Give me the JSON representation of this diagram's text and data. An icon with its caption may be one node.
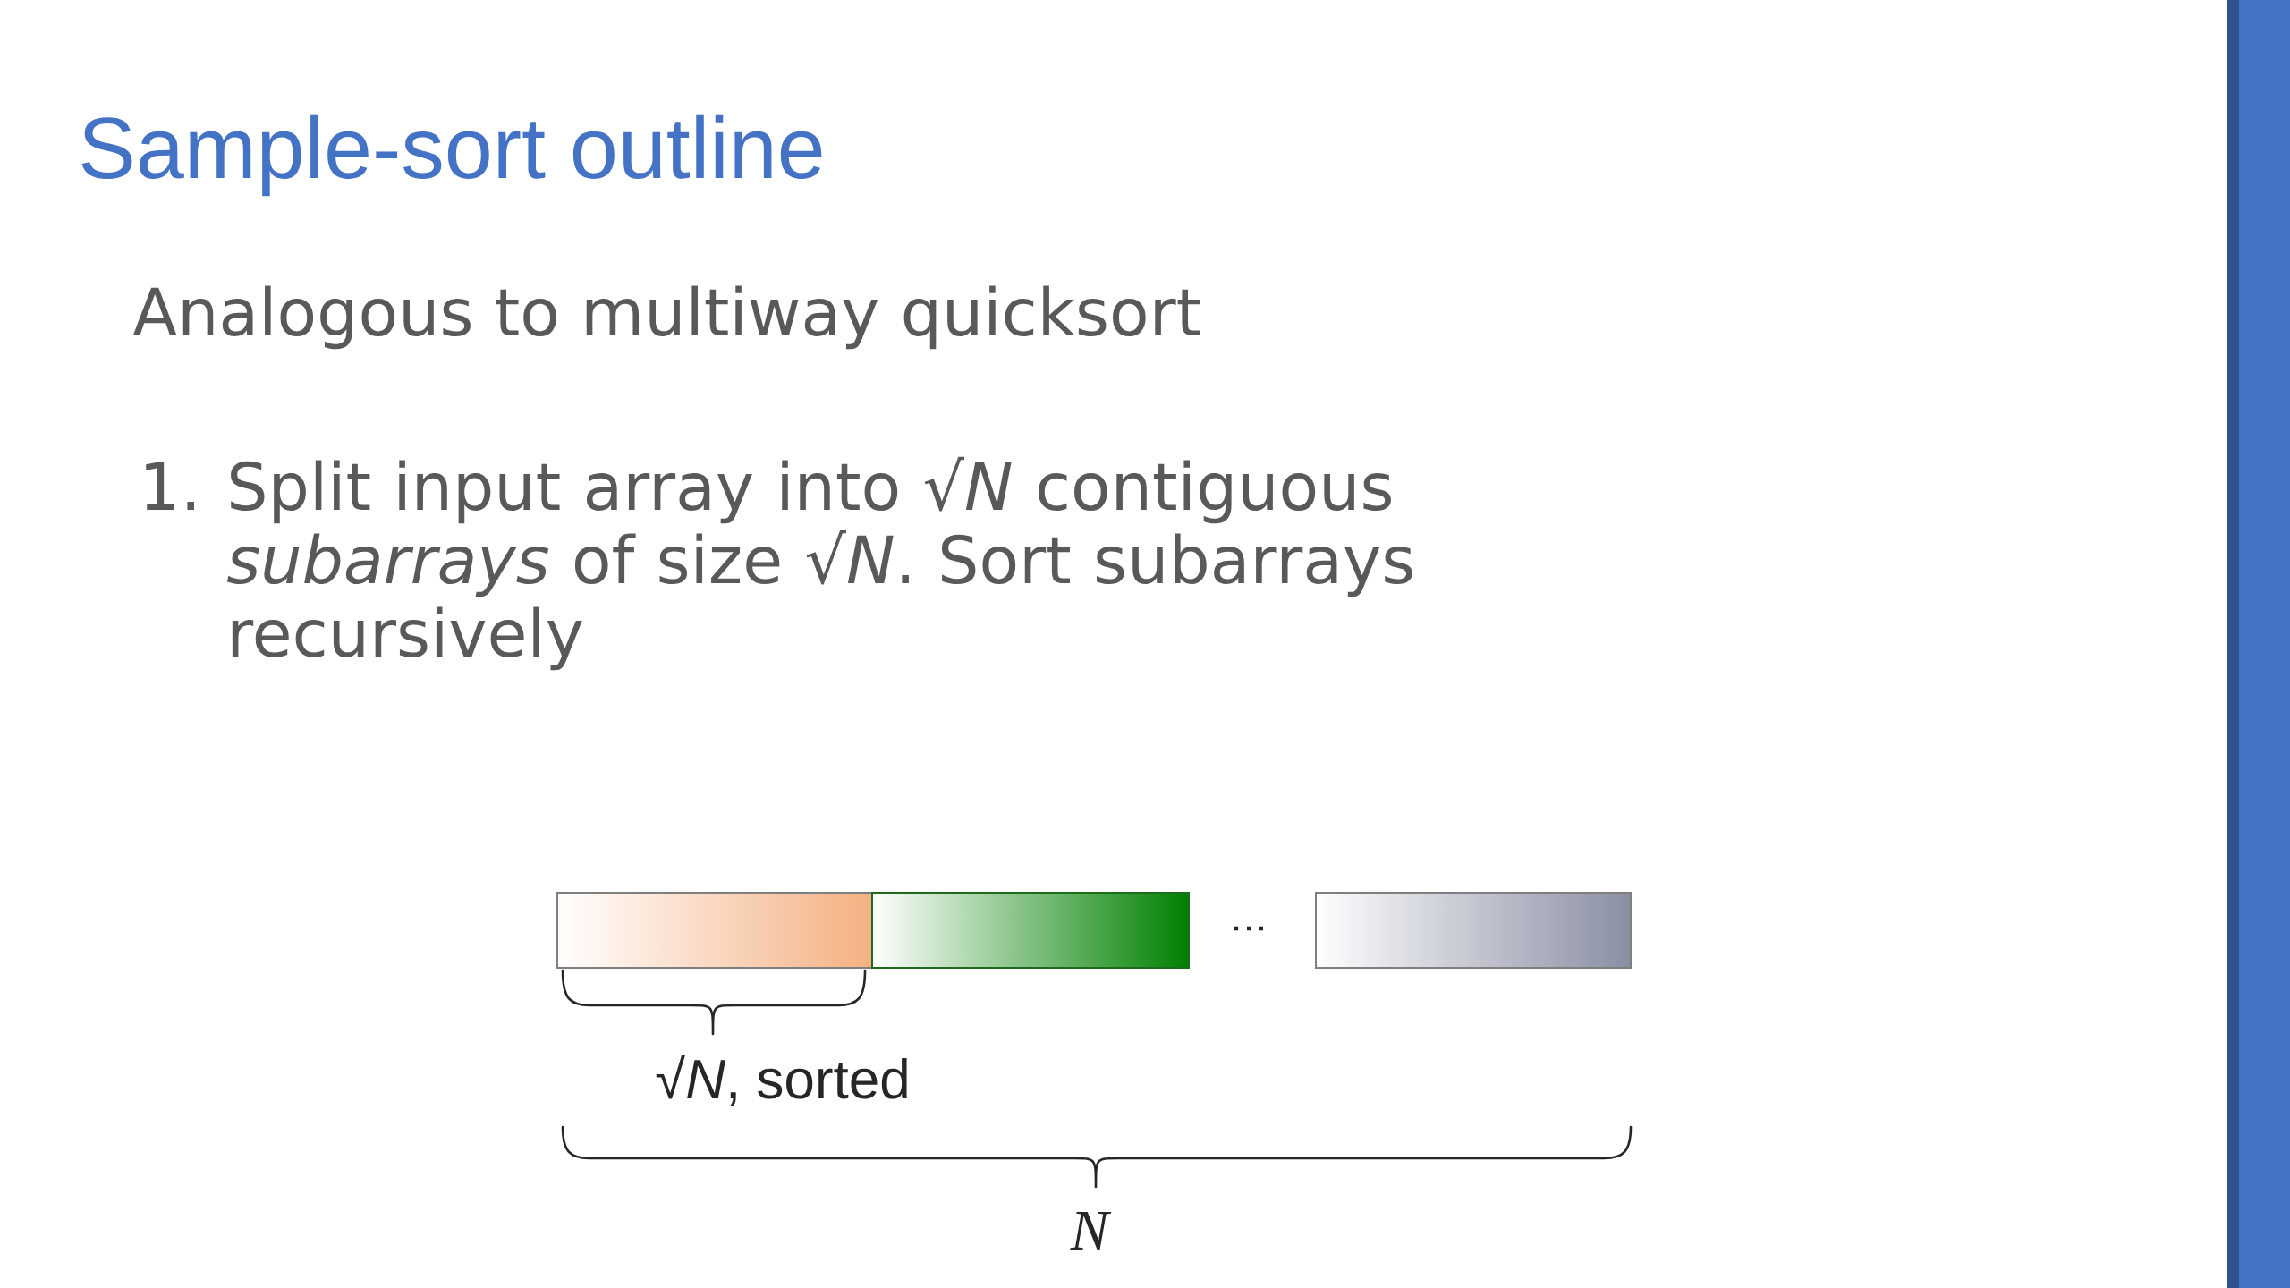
{
  "diagram": {
    "title": "Sample-sort outline",
    "nodes": [
      {
        "text": [],
        "shape": "box"
      },
      {
        "text": [],
        "shape": "box"
      },
      {
        "text": [],
        "shape": "box"
      }
    ],
    "labels": [
      "Analogous to multiway quicksort",
      "1.",
      "Split input array into √*N* contiguous *subarrays* of size √*N*. Sort subarrays recursively",
      "…",
      "√*N*, sorted",
      "N"
    ]
  }
}
